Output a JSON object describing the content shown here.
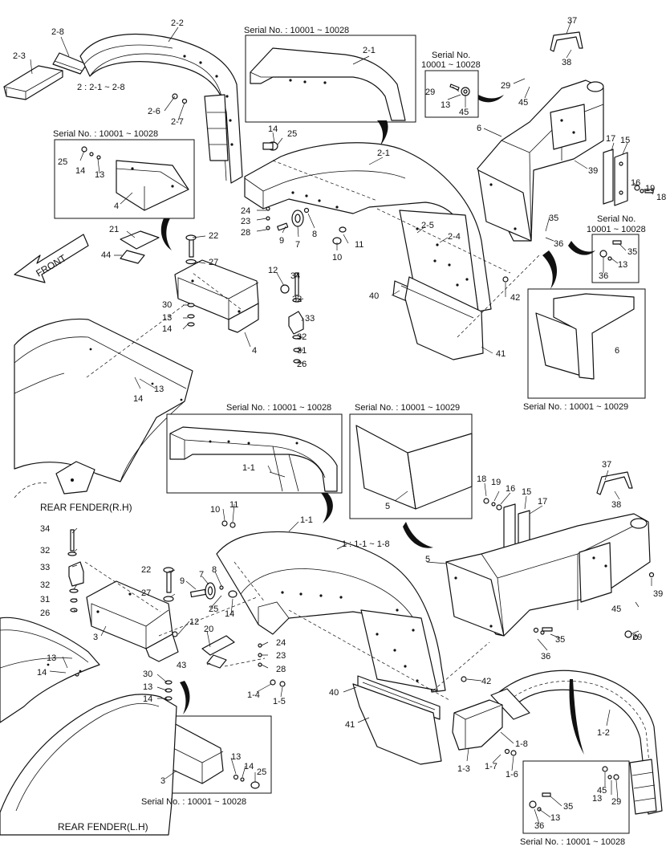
{
  "captions": {
    "serial_1_10028": "Serial No. : 10001 ~ 10028",
    "serial_1_10029": "Serial No. : 10001 ~ 10029",
    "serial_no": "Serial No.",
    "serial_range": "10001 ~ 10028",
    "rh_title": "REAR FENDER(R.H)",
    "lh_title": "REAR FENDER(L.H)",
    "group2": "2 : 2-1 ~ 2-8",
    "group1": "1 : 1-1 ~ 1-8",
    "front": "FRONT"
  },
  "labels": {
    "l2_8": "2-8",
    "l2_2": "2-2",
    "l2_3": "2-3",
    "l2_6": "2-6",
    "l2_7": "2-7",
    "l2_1a": "2-1",
    "l2_1b": "2-1",
    "l2_5": "2-5",
    "l2_4": "2-4",
    "r14a": "14",
    "r25a": "25",
    "r25b": "25",
    "r14b": "14",
    "r13a": "13",
    "r4a": "4",
    "r21": "21",
    "r44": "44",
    "r22a": "22",
    "r27a": "27",
    "r24a": "24",
    "r23a": "23",
    "r28a": "28",
    "r9a": "9",
    "r7a": "7",
    "r8a": "8",
    "r10a": "10",
    "r11a": "11",
    "r12a": "12",
    "r34a": "34",
    "r32a": "32",
    "r33a": "33",
    "r32b": "32",
    "r31a": "31",
    "r26a": "26",
    "r30a": "30",
    "r13b": "13",
    "r14c": "14",
    "r4b": "4",
    "r13c": "13",
    "r14d": "14",
    "r40a": "40",
    "r41a": "41",
    "r42a": "42",
    "r37a": "37",
    "r38a": "38",
    "r29a": "29",
    "r13d": "13",
    "r45a": "45",
    "r29b": "29",
    "r45b": "45",
    "r6a": "6",
    "r17a": "17",
    "r15a": "15",
    "r39a": "39",
    "r16a": "16",
    "r19a": "19",
    "r18a": "18",
    "r35a": "35",
    "r36a": "36",
    "r35b": "35",
    "r13e": "13",
    "r36b": "36",
    "r6b": "6",
    "l1_1a": "1-1",
    "l1_1b": "1-1",
    "l5a": "5",
    "l18": "18",
    "l19": "19",
    "l16": "16",
    "l15": "15",
    "l17": "17",
    "l37": "37",
    "l38": "38",
    "l39": "39",
    "l5b": "5",
    "l45a": "45",
    "l29a": "29",
    "l35a": "35",
    "l36a": "36",
    "l34": "34",
    "l32a": "32",
    "l33": "33",
    "l32b": "32",
    "l31": "31",
    "l26": "26",
    "l22": "22",
    "l27": "27",
    "l10": "10",
    "l11": "11",
    "l9": "9",
    "l7": "7",
    "l8": "8",
    "l25a": "25",
    "l14a": "14",
    "l12": "12",
    "l20": "20",
    "l3a": "3",
    "l43": "43",
    "l13a": "13",
    "l14b": "14",
    "l30": "30",
    "l13b": "13",
    "l14c": "14",
    "l24": "24",
    "l23": "23",
    "l28": "28",
    "l1_4": "1-4",
    "l1_5": "1-5",
    "l40": "40",
    "l41": "41",
    "l42": "42",
    "l1_8": "1-8",
    "l1_2": "1-2",
    "l1_3": "1-3",
    "l1_7": "1-7",
    "l1_6": "1-6",
    "l3b": "3",
    "l13c": "13",
    "l14d": "14",
    "l25b": "25",
    "l45b": "45",
    "l13d": "13",
    "l29b": "29",
    "l35b": "35",
    "l13e": "13",
    "l36b": "36"
  }
}
